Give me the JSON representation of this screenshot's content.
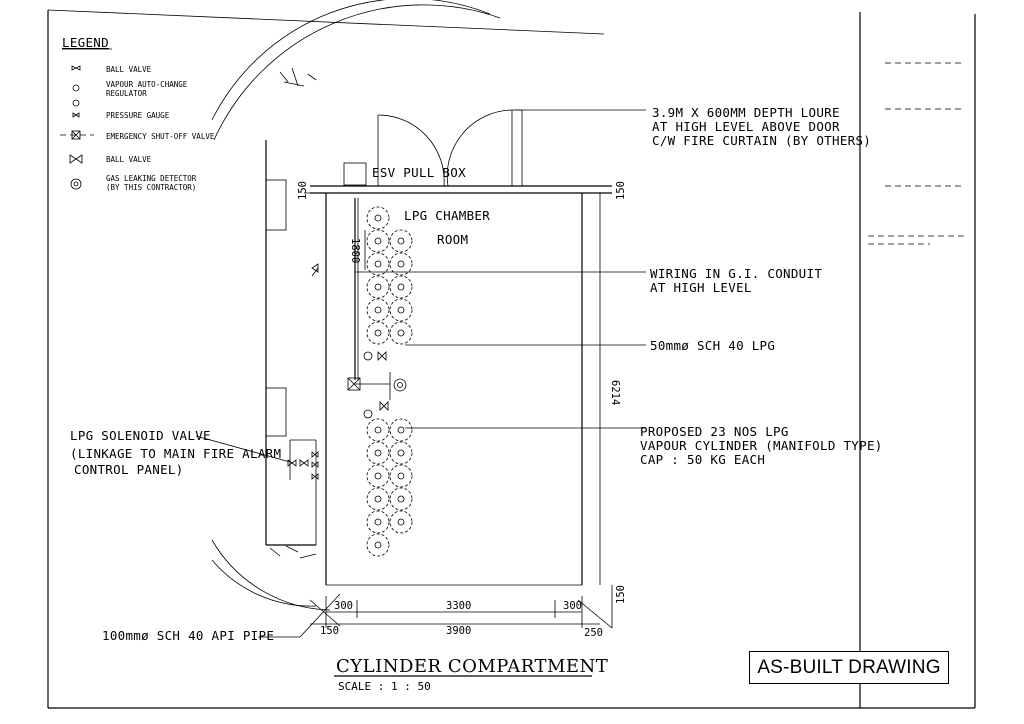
{
  "legend": {
    "title": "LEGEND",
    "items": [
      {
        "label": "BALL VALVE",
        "icon": "ball-valve-small-icon"
      },
      {
        "label": "VAPOUR AUTO-CHANGE",
        "label2": "REGULATOR",
        "icon": "regulator-icon"
      },
      {
        "label": "PRESSURE GAUGE",
        "icon": "pressure-gauge-icon"
      },
      {
        "label": "EMERGENCY SHUT-OFF VALVE",
        "icon": "esv-icon"
      },
      {
        "label": "BALL VALVE",
        "icon": "ball-valve-icon"
      },
      {
        "label": "GAS LEAKING DETECTOR",
        "label2": "(BY THIS CONTRACTOR)",
        "icon": "gas-detector-icon"
      }
    ]
  },
  "room": {
    "title_line1": "LPG CHAMBER",
    "title_line2": "ROOM",
    "esv_box": "ESV PULL BOX"
  },
  "annotations": {
    "loure_1": "3.9M X 600MM DEPTH LOURE",
    "loure_2": "AT HIGH LEVEL ABOVE DOOR",
    "loure_3": "C/W FIRE CURTAIN (BY OTHERS)",
    "wiring_1": "WIRING IN G.I. CONDUIT",
    "wiring_2": "AT HIGH LEVEL",
    "pipe_50": "50mmø SCH 40 LPG",
    "cyl_1": "PROPOSED 23 NOS LPG",
    "cyl_2": "VAPOUR CYLINDER (MANIFOLD TYPE)",
    "cyl_3": "CAP : 50 KG EACH",
    "solenoid_1": "LPG SOLENOID VALVE",
    "solenoid_2": "(LINKAGE TO MAIN FIRE ALARM",
    "solenoid_3": "CONTROL PANEL)",
    "api_pipe": "100mmø SCH 40 API PIPE"
  },
  "dimensions": {
    "d150_tl": "150",
    "d150_tr": "150",
    "d1800": "1800",
    "d6214": "6214",
    "d300_l": "300",
    "d3300": "3300",
    "d300_r": "300",
    "d150_br": "150",
    "d150_bl": "150",
    "d3900": "3900",
    "d250": "250"
  },
  "title_block": {
    "title": "CYLINDER COMPARTMENT",
    "scale": "SCALE : 1 : 50",
    "status": "AS-BUILT DRAWING"
  }
}
